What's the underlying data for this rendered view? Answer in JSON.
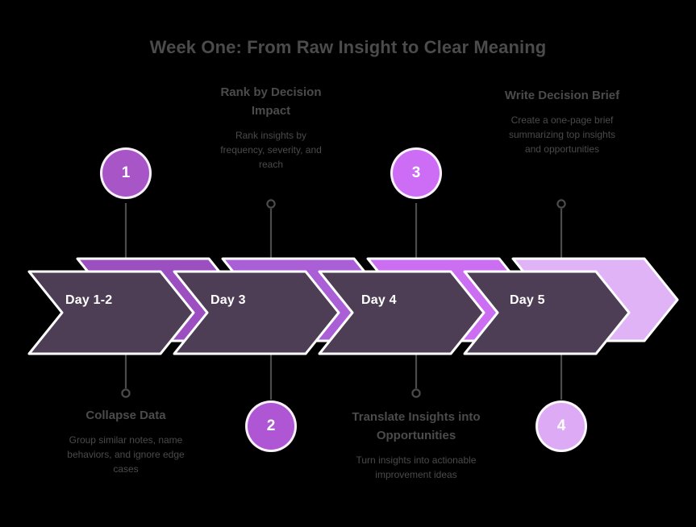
{
  "background_color": "#000000",
  "header": {
    "title": "Week One: From Raw Insight to Clear Meaning",
    "title_color": "#4b4b4b"
  },
  "timeline": {
    "stages": [
      {
        "number": "1",
        "day_label": "Day 1-2",
        "heading": "Collapse Data",
        "description": "Group similar notes, name behaviors, and ignore edge cases",
        "position": "below",
        "marker_color": "#a855c8",
        "chevron_back_color": "#9b4fc0",
        "chevron_front_color": "#4e3e55"
      },
      {
        "number": "2",
        "day_label": "Day 3",
        "heading": "Rank by Decision Impact",
        "description": "Rank insights by frequency, severity, and reach",
        "position": "above",
        "marker_color": "#ae56d4",
        "chevron_back_color": "#ab5fd6",
        "chevron_front_color": "#4e3e55"
      },
      {
        "number": "3",
        "day_label": "Day 4",
        "heading": "Translate Insights into Opportunities",
        "description": "Turn insights into actionable improvement ideas",
        "position": "below",
        "marker_color": "#cd6cf5",
        "chevron_back_color": "#cb6ef2",
        "chevron_front_color": "#4e3e55"
      },
      {
        "number": "4",
        "day_label": "Day 5",
        "heading": "Write Decision Brief",
        "description": "Create a one-page brief summarizing top insights and opportunities",
        "position": "above",
        "marker_color": "#ddabf5",
        "chevron_back_color": "#e0b3f7",
        "chevron_front_color": "#4e3e55"
      }
    ],
    "connector_color": "#4b4b4b",
    "chevron_outline_color": "#ffffff",
    "day_label_color": "#ffffff"
  }
}
